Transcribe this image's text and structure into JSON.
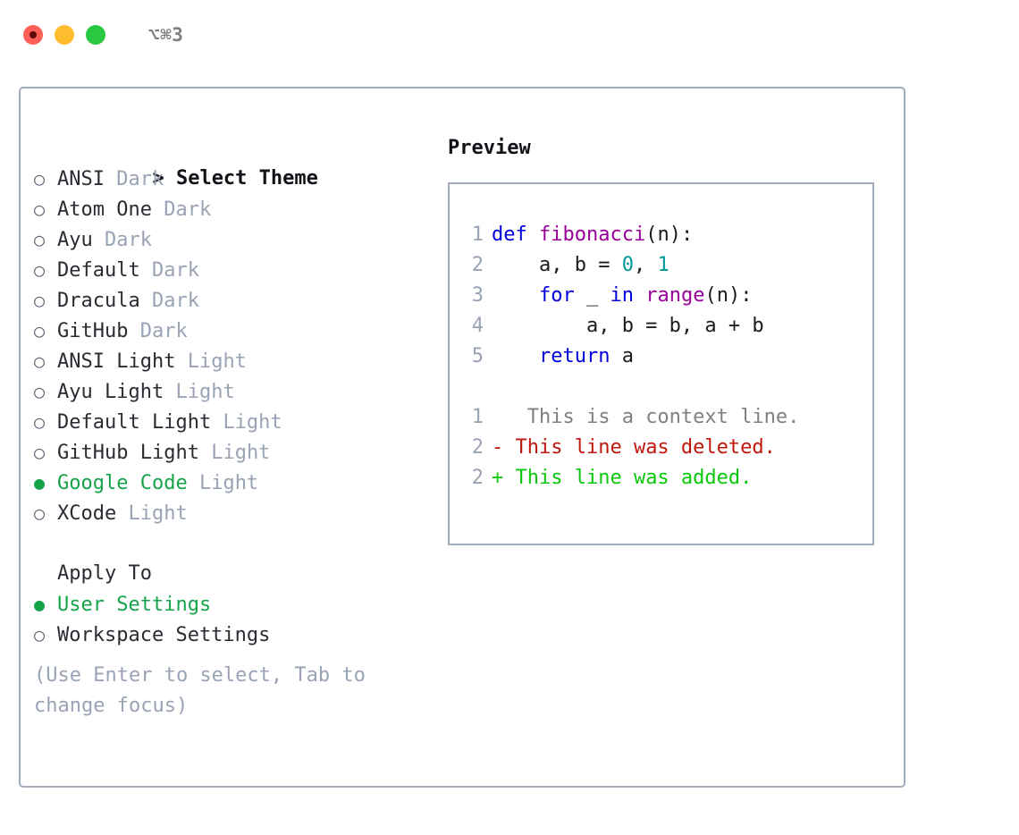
{
  "titlebar": {
    "lights": [
      "close-red",
      "minimize-yellow",
      "maximize-green"
    ],
    "shortcut": "⌥⌘3"
  },
  "colors": {
    "accent_green": "#16a34a",
    "muted": "#9aa3b5",
    "border": "#a3acbd",
    "text": "#2b2b33",
    "keyword": "#0000dd",
    "function": "#990099",
    "number": "#009999",
    "diff_context": "#808080",
    "diff_deleted": "#c0160c",
    "diff_added": "#0ac80a"
  },
  "theme_picker": {
    "prompt": ">",
    "title": "Select Theme",
    "items": [
      {
        "marker": "○",
        "label": "ANSI",
        "suffix": "Dark",
        "selected": false
      },
      {
        "marker": "○",
        "label": "Atom One",
        "suffix": "Dark",
        "selected": false
      },
      {
        "marker": "○",
        "label": "Ayu",
        "suffix": "Dark",
        "selected": false
      },
      {
        "marker": "○",
        "label": "Default",
        "suffix": "Dark",
        "selected": false
      },
      {
        "marker": "○",
        "label": "Dracula",
        "suffix": "Dark",
        "selected": false
      },
      {
        "marker": "○",
        "label": "GitHub",
        "suffix": "Dark",
        "selected": false
      },
      {
        "marker": "○",
        "label": "ANSI Light",
        "suffix": "Light",
        "selected": false
      },
      {
        "marker": "○",
        "label": "Ayu Light",
        "suffix": "Light",
        "selected": false
      },
      {
        "marker": "○",
        "label": "Default Light",
        "suffix": "Light",
        "selected": false
      },
      {
        "marker": "○",
        "label": "GitHub Light",
        "suffix": "Light",
        "selected": false
      },
      {
        "marker": "●",
        "label": "Google Code",
        "suffix": "Light",
        "selected": true
      },
      {
        "marker": "○",
        "label": "XCode",
        "suffix": "Light",
        "selected": false
      }
    ]
  },
  "apply_to": {
    "title": "Apply To",
    "items": [
      {
        "marker": "●",
        "label": "User Settings",
        "selected": true
      },
      {
        "marker": "○",
        "label": "Workspace Settings",
        "selected": false
      }
    ]
  },
  "hint": "(Use Enter to select, Tab to change focus)",
  "preview": {
    "title": "Preview",
    "code_lines": [
      {
        "no": "1",
        "tokens": [
          {
            "t": "def ",
            "c": "kw"
          },
          {
            "t": "fibonacci",
            "c": "fn"
          },
          {
            "t": "(n):",
            "c": "txt"
          }
        ]
      },
      {
        "no": "2",
        "tokens": [
          {
            "t": "    a, b = ",
            "c": "txt"
          },
          {
            "t": "0",
            "c": "num"
          },
          {
            "t": ", ",
            "c": "txt"
          },
          {
            "t": "1",
            "c": "num"
          }
        ]
      },
      {
        "no": "3",
        "tokens": [
          {
            "t": "    ",
            "c": "txt"
          },
          {
            "t": "for",
            "c": "kw"
          },
          {
            "t": " _ ",
            "c": "txt"
          },
          {
            "t": "in",
            "c": "kw"
          },
          {
            "t": " ",
            "c": "txt"
          },
          {
            "t": "range",
            "c": "fn"
          },
          {
            "t": "(n):",
            "c": "txt"
          }
        ]
      },
      {
        "no": "4",
        "tokens": [
          {
            "t": "        a, b = b, a + b",
            "c": "txt"
          }
        ]
      },
      {
        "no": "5",
        "tokens": [
          {
            "t": "    ",
            "c": "txt"
          },
          {
            "t": "return",
            "c": "kw"
          },
          {
            "t": " a",
            "c": "txt"
          }
        ]
      }
    ],
    "diff_lines": [
      {
        "no": "1",
        "sign": " ",
        "text": "  This is a context line.",
        "kind": "ctx"
      },
      {
        "no": "2",
        "sign": "-",
        "text": " This line was deleted.",
        "kind": "del"
      },
      {
        "no": "2",
        "sign": "+",
        "text": " This line was added.",
        "kind": "add"
      }
    ]
  }
}
